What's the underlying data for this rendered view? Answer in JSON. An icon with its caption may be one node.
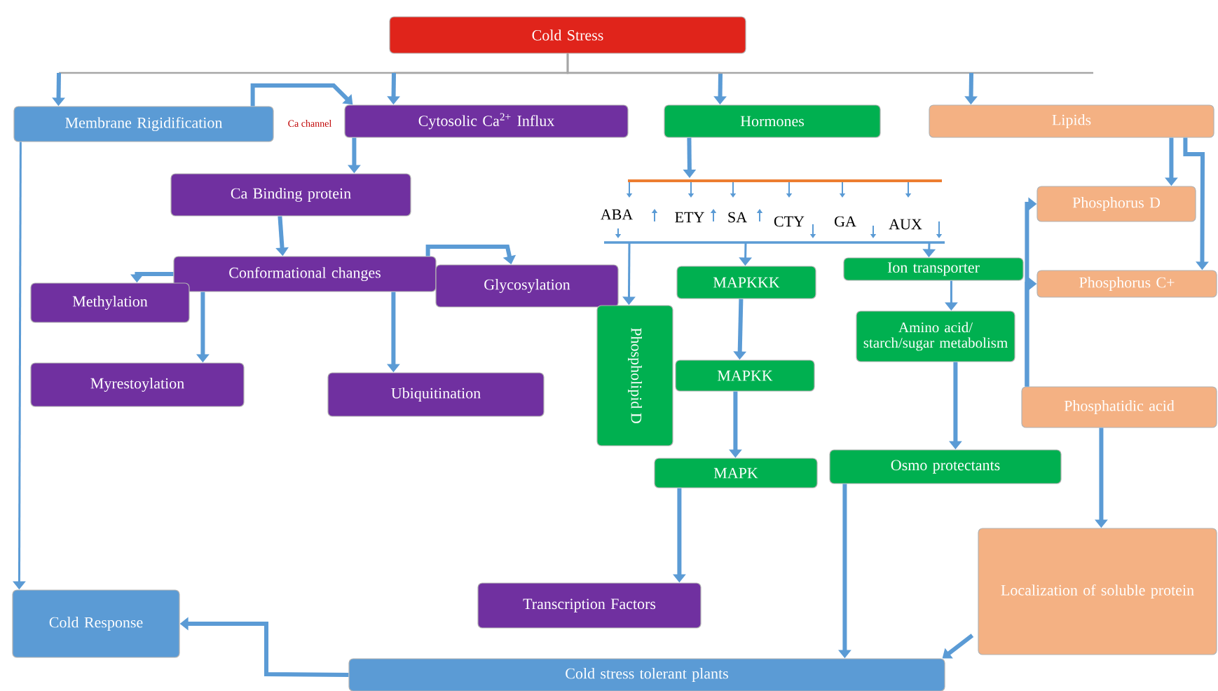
{
  "diagram": {
    "nodes": [
      {
        "text": [
          "Cold Stress"
        ]
      },
      {
        "text": [
          "Membrane Rigidification"
        ]
      },
      {
        "text": [
          "Cytosolic Ca$^{2+}$ Influx"
        ]
      },
      {
        "text": [
          "Hormones"
        ]
      },
      {
        "text": [
          "Lipids"
        ]
      },
      {
        "text": [
          "Ca Binding protein"
        ]
      },
      {
        "text": [
          "Conformational changes"
        ]
      },
      {
        "text": [
          "Methylation"
        ]
      },
      {
        "text": [
          "Glycosylation"
        ]
      },
      {
        "text": [
          "Myrestoylation"
        ]
      },
      {
        "text": [
          "Ubiquitination"
        ]
      },
      {
        "text": [
          "Phospholipid D"
        ]
      },
      {
        "text": [
          "MAPKKK"
        ]
      },
      {
        "text": [
          "Ion transporter"
        ]
      },
      {
        "text": [
          "Phosphorus D"
        ]
      },
      {
        "text": [
          "Phosphorus C+"
        ]
      },
      {
        "text": [
          "Amino acid/ starch/sugar metabolism"
        ]
      },
      {
        "text": [
          "MAPKK"
        ]
      },
      {
        "text": [
          "Phosphatidic acid"
        ]
      },
      {
        "text": [
          "MAPK"
        ]
      },
      {
        "text": [
          "Osmo protectants"
        ]
      },
      {
        "text": [
          "Localization of soluble protein"
        ]
      },
      {
        "text": [
          "Transcription Factors"
        ]
      },
      {
        "text": [
          "Cold Response"
        ]
      },
      {
        "text": [
          "Cold stress tolerant plants"
        ]
      }
    ],
    "edges": [
      {
        "from": 0,
        "to": 1,
        "arrow": "to"
      },
      {
        "from": 0,
        "to": 2,
        "arrow": "to"
      },
      {
        "from": 0,
        "to": 3,
        "arrow": "to"
      },
      {
        "from": 0,
        "to": 4,
        "arrow": "to"
      },
      {
        "from": 1,
        "to": 2,
        "arrow": "to",
        "label": "Ca channel"
      },
      {
        "from": 1,
        "to": 23,
        "arrow": "to"
      },
      {
        "from": 2,
        "to": 5,
        "arrow": "to"
      },
      {
        "from": 5,
        "to": 6,
        "arrow": "to"
      },
      {
        "from": 6,
        "to": 7,
        "arrow": "to"
      },
      {
        "from": 6,
        "to": 9,
        "arrow": "to"
      },
      {
        "from": 6,
        "to": 10,
        "arrow": "to"
      },
      {
        "from": 6,
        "to": 8,
        "arrow": "to"
      },
      {
        "from": 3,
        "to": null,
        "arrow": "to"
      },
      {
        "from": null,
        "to": 11,
        "arrow": "to"
      },
      {
        "from": null,
        "to": 12,
        "arrow": "to"
      },
      {
        "from": null,
        "to": 13,
        "arrow": "to"
      },
      {
        "from": 12,
        "to": 17,
        "arrow": "to"
      },
      {
        "from": 17,
        "to": 19,
        "arrow": "to"
      },
      {
        "from": 19,
        "to": 22,
        "arrow": "to"
      },
      {
        "from": 13,
        "to": 16,
        "arrow": "to"
      },
      {
        "from": 16,
        "to": 20,
        "arrow": "to"
      },
      {
        "from": 4,
        "to": 14,
        "arrow": "to"
      },
      {
        "from": 4,
        "to": 15,
        "arrow": "to"
      },
      {
        "from": 18,
        "to": 14,
        "arrow": "to"
      },
      {
        "from": 18,
        "to": 15,
        "arrow": "to"
      },
      {
        "from": 18,
        "to": 21,
        "arrow": "to"
      },
      {
        "from": 20,
        "to": 24,
        "arrow": "to"
      },
      {
        "from": 21,
        "to": 24,
        "arrow": "to"
      },
      {
        "from": 24,
        "to": 23,
        "arrow": "to"
      }
    ],
    "labels": [
      "ABA",
      "ETY",
      "SA",
      "CTY",
      "GA",
      "AUX"
    ]
  }
}
